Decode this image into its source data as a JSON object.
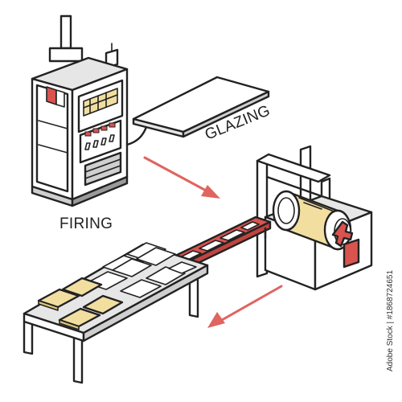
{
  "labels": {
    "glazing": "GLAZING",
    "firing": "FIRING"
  },
  "watermark": {
    "id_text": "Adobe Stock | #1868724651"
  },
  "colors": {
    "outline": "#222222",
    "accent_red": "#d9534f",
    "arrow_red": "#e0645f",
    "tile_yellow": "#f2dfa0",
    "gray_light": "#e6e6e6",
    "gray_mid": "#cfcfcf",
    "gray_dark": "#9a9a9a",
    "white": "#ffffff"
  },
  "icons": {
    "kiln": "firing-kiln-machine",
    "glazing_board": "glazing-board",
    "arrow_glaze_to_roller": "flow-arrow",
    "roller_machine": "glazing-roller-machine",
    "conveyor": "red-conveyor",
    "output_table": "tile-table",
    "arrow_to_table": "flow-arrow"
  }
}
